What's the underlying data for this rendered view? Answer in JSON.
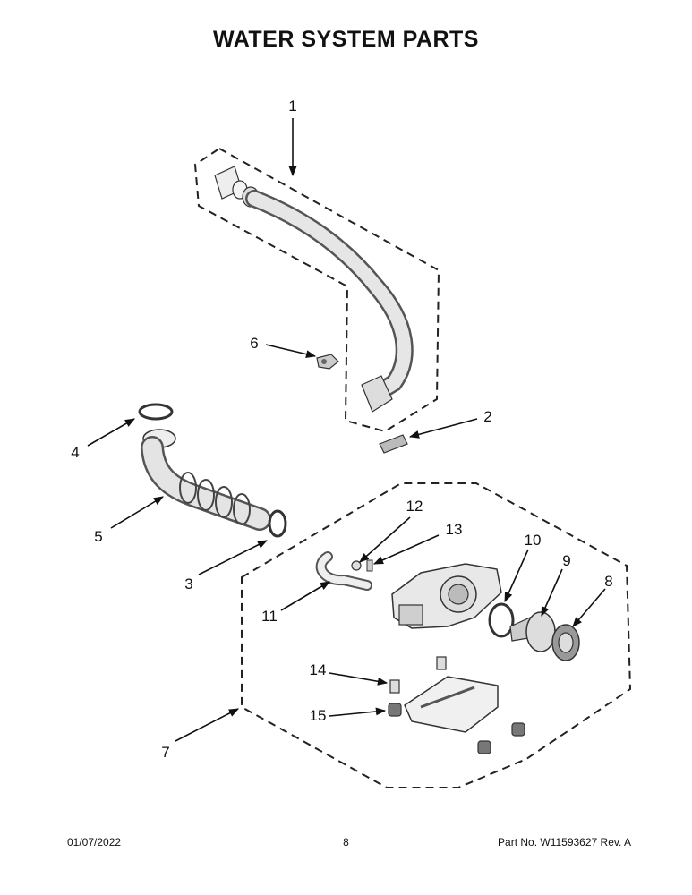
{
  "title": "WATER SYSTEM PARTS",
  "callouts": [
    "1",
    "2",
    "3",
    "4",
    "5",
    "6",
    "7",
    "8",
    "9",
    "10",
    "11",
    "12",
    "13",
    "14",
    "15"
  ],
  "footer": {
    "date": "01/07/2022",
    "page": "8",
    "part_no": "Part No.  W11593627  Rev.  A"
  }
}
